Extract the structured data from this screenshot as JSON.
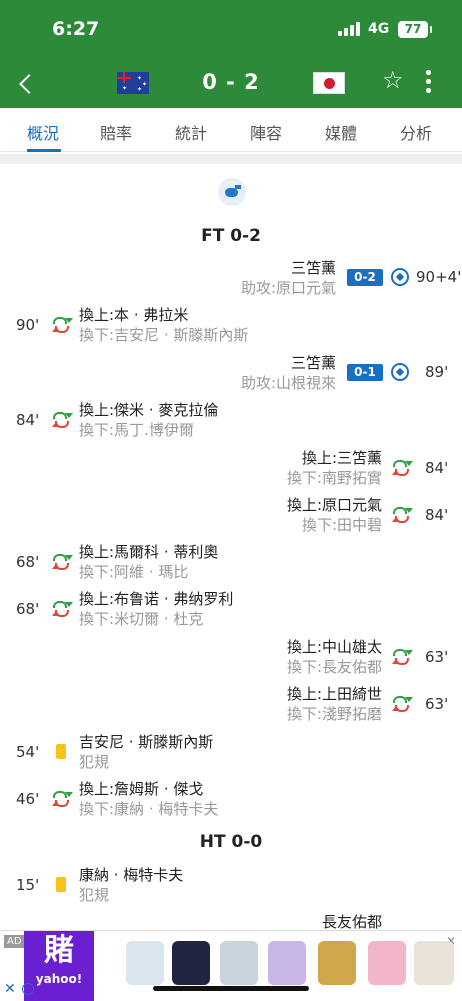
{
  "status_bar": {
    "time": "6:27",
    "network": "4G",
    "battery": "77"
  },
  "match_header": {
    "score": "0 - 2"
  },
  "tabs": [
    {
      "label": "概況",
      "active": true
    },
    {
      "label": "賠率",
      "active": false
    },
    {
      "label": "統計",
      "active": false
    },
    {
      "label": "陣容",
      "active": false
    },
    {
      "label": "媒體",
      "active": false
    },
    {
      "label": "分析",
      "active": false
    }
  ],
  "timeline": {
    "ft_label": "FT 0-2",
    "ht_label": "HT 0-0",
    "events": [
      {
        "side": "away",
        "type": "goal",
        "player": "三笘薰",
        "assist": "助攻:原口元氣",
        "score": "0-2",
        "minute": "90+4'"
      },
      {
        "side": "home",
        "type": "sub",
        "on": "換上:本 · 弗拉米",
        "off": "換下:吉安尼 · 斯滕斯內斯",
        "minute": "90'"
      },
      {
        "side": "away",
        "type": "goal",
        "player": "三笘薰",
        "assist": "助攻:山根視來",
        "score": "0-1",
        "minute": "89'"
      },
      {
        "side": "home",
        "type": "sub",
        "on": "換上:傑米 · 麥克拉倫",
        "off": "換下:馬丁.博伊爾",
        "minute": "84'"
      },
      {
        "side": "away",
        "type": "sub",
        "on": "換上:三笘薰",
        "off": "換下:南野拓實",
        "minute": "84'"
      },
      {
        "side": "away",
        "type": "sub",
        "on": "換上:原口元氣",
        "off": "換下:田中碧",
        "minute": "84'"
      },
      {
        "side": "home",
        "type": "sub",
        "on": "換上:馬爾科 · 蒂利奧",
        "off": "換下:阿維 · 瑪比",
        "minute": "68'"
      },
      {
        "side": "home",
        "type": "sub",
        "on": "換上:布鲁诺 · 弗纳罗利",
        "off": "換下:米切爾 · 杜克",
        "minute": "68'"
      },
      {
        "side": "away",
        "type": "sub",
        "on": "換上:中山雄太",
        "off": "換下:長友佑都",
        "minute": "63'"
      },
      {
        "side": "away",
        "type": "sub",
        "on": "換上:上田綺世",
        "off": "換下:淺野拓磨",
        "minute": "63'"
      },
      {
        "side": "home",
        "type": "yellow",
        "player": "吉安尼 · 斯滕斯內斯",
        "reason": "犯規",
        "minute": "54'"
      },
      {
        "side": "home",
        "type": "sub",
        "on": "換上:詹姆斯 · 傑戈",
        "off": "換下:康納 · 梅特卡夫",
        "minute": "46'"
      },
      {
        "side": "home",
        "type": "yellow",
        "player": "康納 · 梅特卡夫",
        "reason": "犯規",
        "minute": "15'"
      },
      {
        "side": "away",
        "type": "yellow",
        "player": "長友佑都",
        "reason": "",
        "minute": ""
      }
    ]
  },
  "ad": {
    "tag": "AD",
    "logo_main": "賭",
    "logo_brand": "yahoo!",
    "close": "✕"
  },
  "colors": {
    "header_green": "#2d8a39",
    "accent_blue": "#1a6fc4",
    "sub_in": "#2fa043",
    "sub_out": "#e2453b",
    "yellow_card": "#f7c21a"
  }
}
